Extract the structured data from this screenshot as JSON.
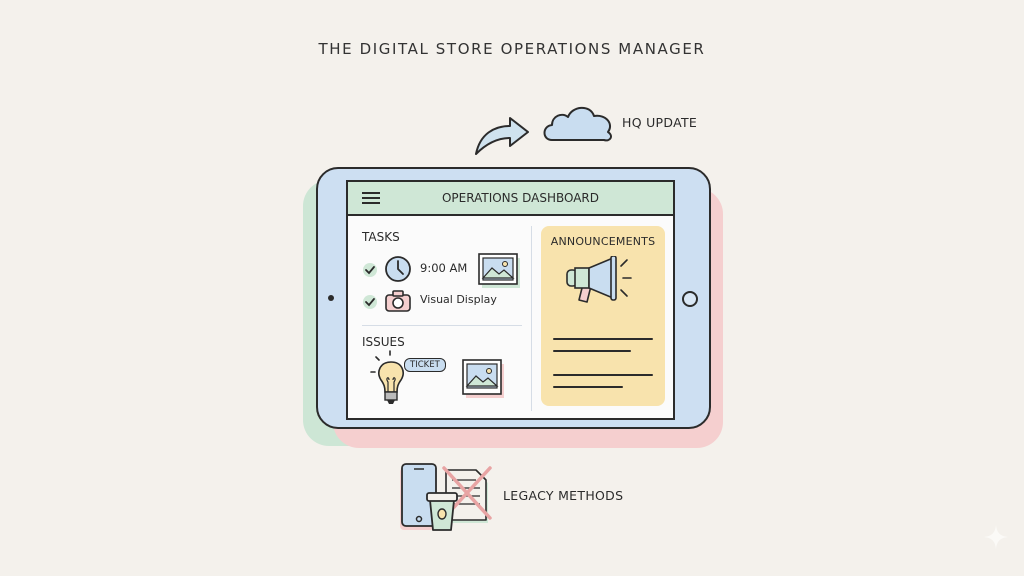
{
  "title": "THE DIGITAL STORE OPERATIONS MANAGER",
  "hq_update": {
    "label": "HQ UPDATE",
    "icon": "cloud-icon",
    "arrow_icon": "curved-arrow-icon"
  },
  "tablet": {
    "header": {
      "title": "OPERATIONS DASHBOARD",
      "menu_icon": "hamburger-menu-icon"
    },
    "tasks": {
      "label": "TASKS",
      "items": [
        {
          "checked": true,
          "icon": "clock-icon",
          "text": "9:00 AM"
        },
        {
          "checked": true,
          "icon": "camera-icon",
          "text": "Visual Display"
        }
      ],
      "attachment_icon": "image-icon"
    },
    "issues": {
      "label": "ISSUES",
      "icon": "lightbulb-icon",
      "badge": "TICKET",
      "attachment_icon": "image-icon"
    },
    "announcements": {
      "label": "ANNOUNCEMENTS",
      "icon": "megaphone-icon"
    }
  },
  "legacy": {
    "label": "LEGACY METHODS",
    "icons": [
      "phone-icon",
      "coffee-cup-icon",
      "crossed-out-paper-icon"
    ]
  },
  "colors": {
    "background": "#f4f1ec",
    "tablet_body": "#cddff2",
    "header_green": "#cfe7d6",
    "announce_yellow": "#f8e3ad",
    "accent_pink": "#f5cfcf",
    "outline": "#2b2b2b"
  }
}
